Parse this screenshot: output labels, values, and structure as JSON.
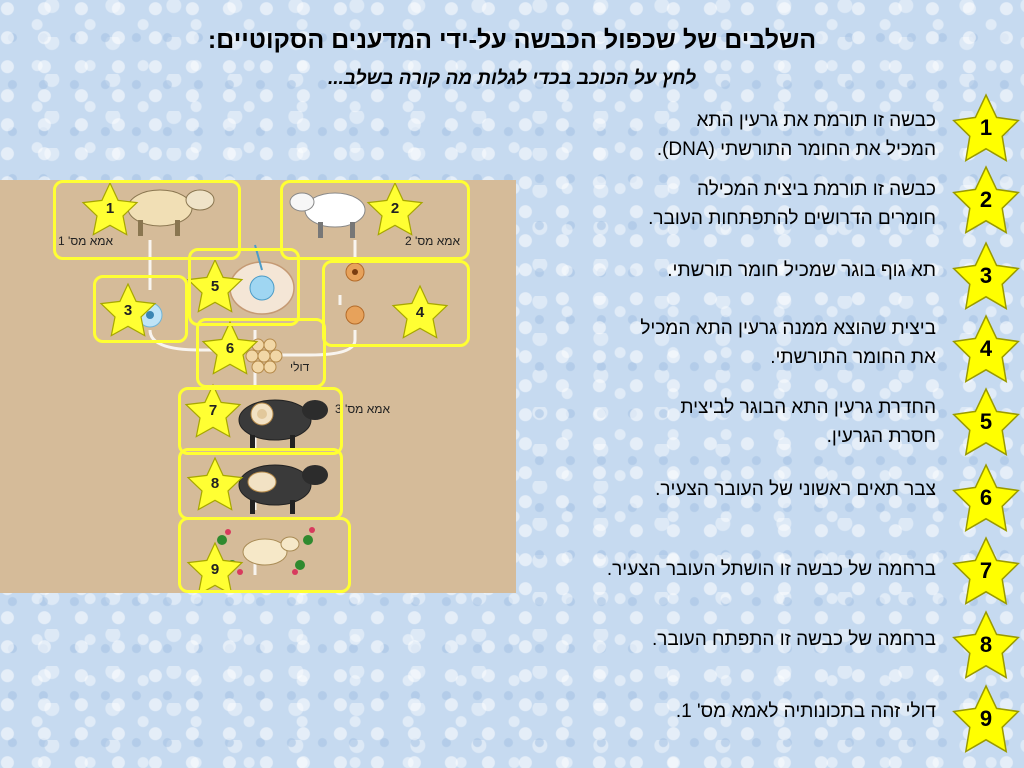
{
  "header": {
    "title": "השלבים של שכפול הכבשה על-ידי המדענים הסקוטיים:",
    "subtitle": "לחץ על הכוכב בכדי לגלות מה קורה בשלב..."
  },
  "steps": [
    {
      "number": "1",
      "lines": [
        "כבשה זו תורמת את גרעין התא",
        "המכיל את החומר התורשתי (DNA)."
      ]
    },
    {
      "number": "2",
      "lines": [
        "כבשה זו תורמת ביצית המכילה",
        "חומרים הדרושים להתפתחות העובר."
      ]
    },
    {
      "number": "3",
      "lines": [
        "תא גוף בוגר שמכיל חומר תורשתי."
      ]
    },
    {
      "number": "4",
      "lines": [
        "ביצית שהוצא ממנה גרעין התא המכיל",
        "את החומר התורשתי."
      ]
    },
    {
      "number": "5",
      "lines": [
        "החדרת גרעין התא הבוגר לביצית",
        "חסרת הגרעין."
      ]
    },
    {
      "number": "6",
      "lines": [
        "צבר תאים ראשוני של העובר הצעיר."
      ]
    },
    {
      "number": "7",
      "lines": [
        "ברחמה של כבשה זו הושתל העובר הצעיר."
      ]
    },
    {
      "number": "8",
      "lines": [
        "ברחמה של כבשה זו התפתח העובר."
      ]
    },
    {
      "number": "9",
      "lines": [
        "דולי זהה בתכונותיה לאמא מס' 1."
      ]
    }
  ],
  "diagram": {
    "labels": {
      "mother1": "אמא מס' 1",
      "mother2": "אמא מס' 2",
      "mother3": "אמא מס' 3",
      "dolly": "דולי"
    },
    "stars": [
      "1",
      "2",
      "3",
      "4",
      "5",
      "6",
      "7",
      "8",
      "9"
    ]
  },
  "colors": {
    "badge_fill": "#ffff00",
    "badge_stroke": "#9a9a00",
    "frame": "#ffff33",
    "diagram_bg": "#d5bb99"
  }
}
